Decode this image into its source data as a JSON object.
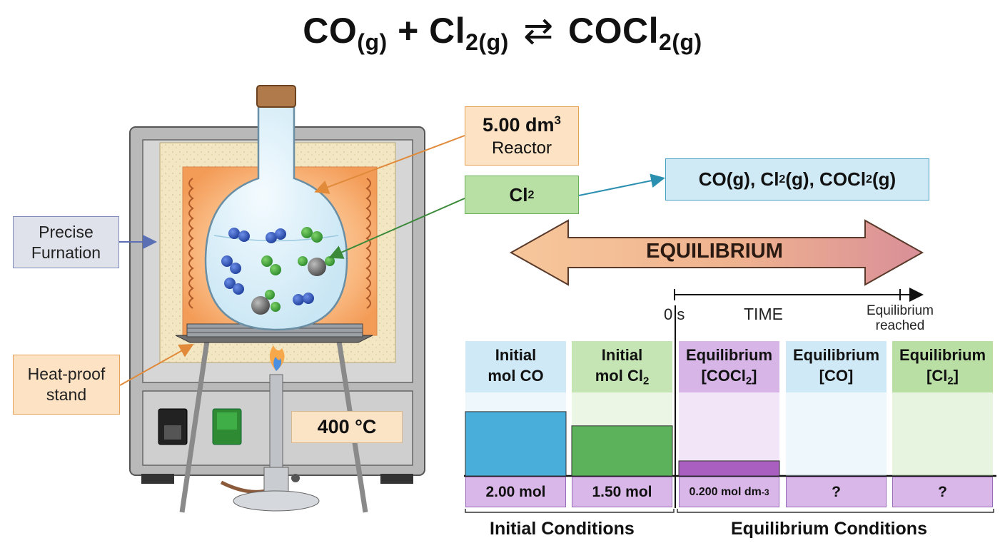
{
  "equation": {
    "reactant1": "CO",
    "reactant1_state": "(g)",
    "plus": "+",
    "reactant2": "Cl",
    "reactant2_sub": "2",
    "reactant2_state": "(g)",
    "arrow": "⇄",
    "product": "COCl",
    "product_sub": "2",
    "product_state": "(g)"
  },
  "labels": {
    "furnation_line1": "Precise",
    "furnation_line2": "Furnation",
    "heatproof_line1": "Heat-proof",
    "heatproof_line2": "stand",
    "reactor_line1": "5.00 dm",
    "reactor_sup": "3",
    "reactor_line2": "Reactor",
    "cl2_main": "Cl",
    "cl2_sub": "2",
    "mix_a": "CO(g), Cl",
    "mix_a_sub": "2",
    "mix_b": "(g), COCl",
    "mix_b_sub": "2",
    "mix_c": "(g)",
    "equilibrium": "EQUILIBRIUM",
    "temperature": "400 °C"
  },
  "timeline": {
    "start": "0 s",
    "axis": "TIME",
    "end_line1": "Equilibrium",
    "end_line2": "reached"
  },
  "columns": [
    {
      "line1": "Initial",
      "line2": "mol CO",
      "line2_sub": "",
      "value": "2.00 mol",
      "value_sup": "",
      "color": "#4aaedb",
      "header_bg": "#cfe9f6",
      "fill": 0.77
    },
    {
      "line1": "Initial",
      "line2": "mol Cl",
      "line2_sub": "2",
      "value": "1.50 mol",
      "value_sup": "",
      "color": "#5bb25a",
      "header_bg": "#c5e6b4",
      "fill": 0.6
    },
    {
      "line1": "Equilibrium",
      "line2": "[COCl",
      "line2_sub": "2",
      "line2_end": "]",
      "value": "0.200 mol dm",
      "value_sup": "-3",
      "color": "#a85fc0",
      "header_bg": "#d7b5e7",
      "fill": 0.18
    },
    {
      "line1": "Equilibrium",
      "line2": "[CO]",
      "line2_sub": "",
      "value": "?",
      "value_sup": "",
      "color": "#cfe9f6",
      "header_bg": "#cfe9f6",
      "fill": 0
    },
    {
      "line1": "Equilibrium",
      "line2": "[Cl",
      "line2_sub": "2",
      "line2_end": "]",
      "value": "?",
      "value_sup": "",
      "color": "#c5e6b4",
      "header_bg": "#b9dfa4",
      "fill": 0
    }
  ],
  "conditions": {
    "initial": "Initial Conditions",
    "equilibrium": "Equilibrium Conditions"
  }
}
